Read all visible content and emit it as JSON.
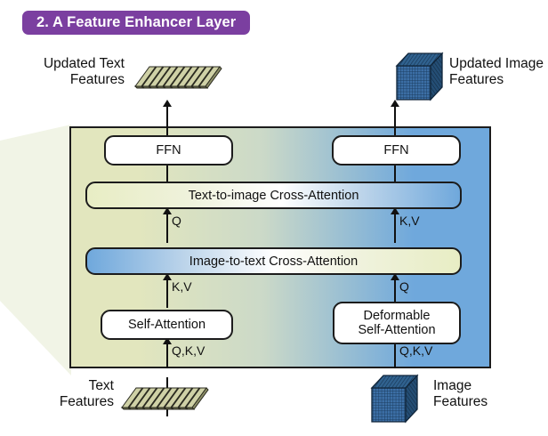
{
  "title": {
    "text": "2. A Feature Enhancer Layer",
    "bg": "#7B3FA0",
    "fg": "#FFFFFF"
  },
  "palette": {
    "panel_left": "#E2E6BE",
    "panel_right": "#6FA8DC",
    "panel_border": "#1C1C1C",
    "wedge": "#F1F4E6",
    "box_fill": "#FFFFFF",
    "bar_olive": "#E8EDC4",
    "bar_blue": "#6FA8DC",
    "text_feature_color": "#C9CBA0",
    "image_feature_color": "#2E5C8A",
    "line": "#111111"
  },
  "panel": {
    "label": "feature-enhancer-panel"
  },
  "nodes": {
    "ffn_text": "FFN",
    "ffn_image": "FFN",
    "text_to_image": "Text-to-image Cross-Attention",
    "image_to_text": "Image-to-text Cross-Attention",
    "self_attention": "Self-Attention",
    "deformable_self_attention_line1": "Deformable",
    "deformable_self_attention_line2": "Self-Attention"
  },
  "edge_labels": {
    "t2i_left": "Q",
    "t2i_right": "K,V",
    "i2t_left": "K,V",
    "i2t_right": "Q",
    "bottom_left": "Q,K,V",
    "bottom_right": "Q,K,V"
  },
  "captions": {
    "updated_text_line1": "Updated Text",
    "updated_text_line2": "Features",
    "updated_image_line1": "Updated Image",
    "updated_image_line2": "Features",
    "text_features_line1": "Text",
    "text_features_line2": "Features",
    "image_features_line1": "Image",
    "image_features_line2": "Features"
  },
  "icons": {
    "updated_text_features": "text-rods-icon",
    "updated_image_features": "image-cube-icon",
    "text_features": "text-rods-icon",
    "image_features": "image-cube-icon"
  }
}
